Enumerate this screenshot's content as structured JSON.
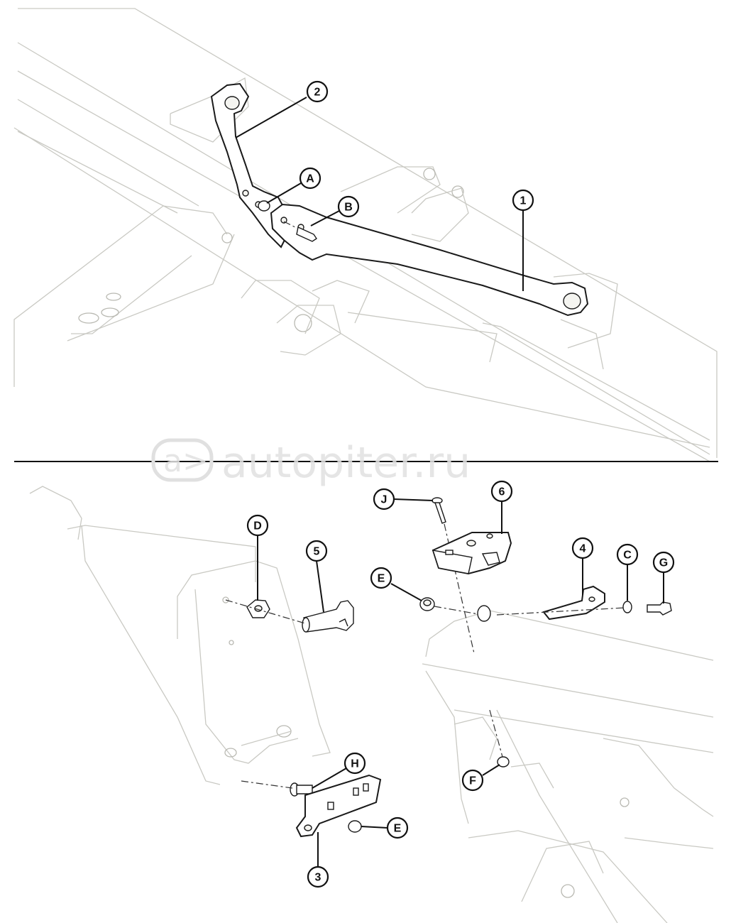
{
  "callouts": {
    "c1": "1",
    "c2": "2",
    "cA": "A",
    "cB": "B",
    "cJ": "J",
    "c6": "6",
    "cD": "D",
    "c5": "5",
    "cE1": "E",
    "c4": "4",
    "cC": "C",
    "cG": "G",
    "cH": "H",
    "cE2": "E",
    "cF": "F",
    "c3": "3"
  },
  "watermark": {
    "text": "autopiter.ru"
  },
  "colors": {
    "background": "#ffffff",
    "line": "#1a1a1a",
    "ghost_line": "#c9c9c3",
    "watermark": "#e0e0e0"
  }
}
